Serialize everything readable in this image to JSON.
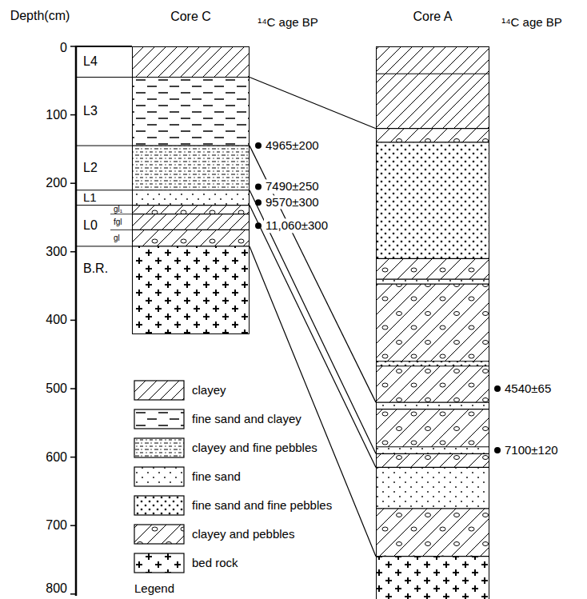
{
  "diagram": {
    "nodes": [
      {
        "text": [
          "Core C"
        ]
      },
      {
        "text": [
          "Core A"
        ]
      }
    ],
    "edges": [
      {
        "from": 0,
        "to": 1,
        "arrow": "none"
      },
      {
        "from": 0,
        "to": 1,
        "arrow": "none"
      },
      {
        "from": 0,
        "to": 1,
        "arrow": "none"
      },
      {
        "from": 0,
        "to": 1,
        "arrow": "none"
      },
      {
        "from": 0,
        "to": 1,
        "arrow": "none"
      }
    ],
    "labels": [
      "Depth(cm)",
      "¹⁴C age BP",
      "¹⁴C age BP",
      "0",
      "100",
      "200",
      "300",
      "400",
      "500",
      "600",
      "700",
      "800",
      "L4",
      "L3",
      "L2",
      "L1",
      "L0",
      "gl₁",
      "fgl",
      "gl",
      "B.R.",
      "4965±200",
      "7490±250",
      "9570±300",
      "11,060±300",
      "4540±65",
      "7100±120",
      "Legend"
    ],
    "legend": [
      {
        "text": "clayey"
      },
      {
        "text": "fine sand and clayey"
      },
      {
        "text": "clayey and fine pebbles"
      },
      {
        "text": "fine sand"
      },
      {
        "text": "fine sand and fine pebbles"
      },
      {
        "text": "clayey and pebbles"
      },
      {
        "text": "bed rock"
      }
    ]
  }
}
